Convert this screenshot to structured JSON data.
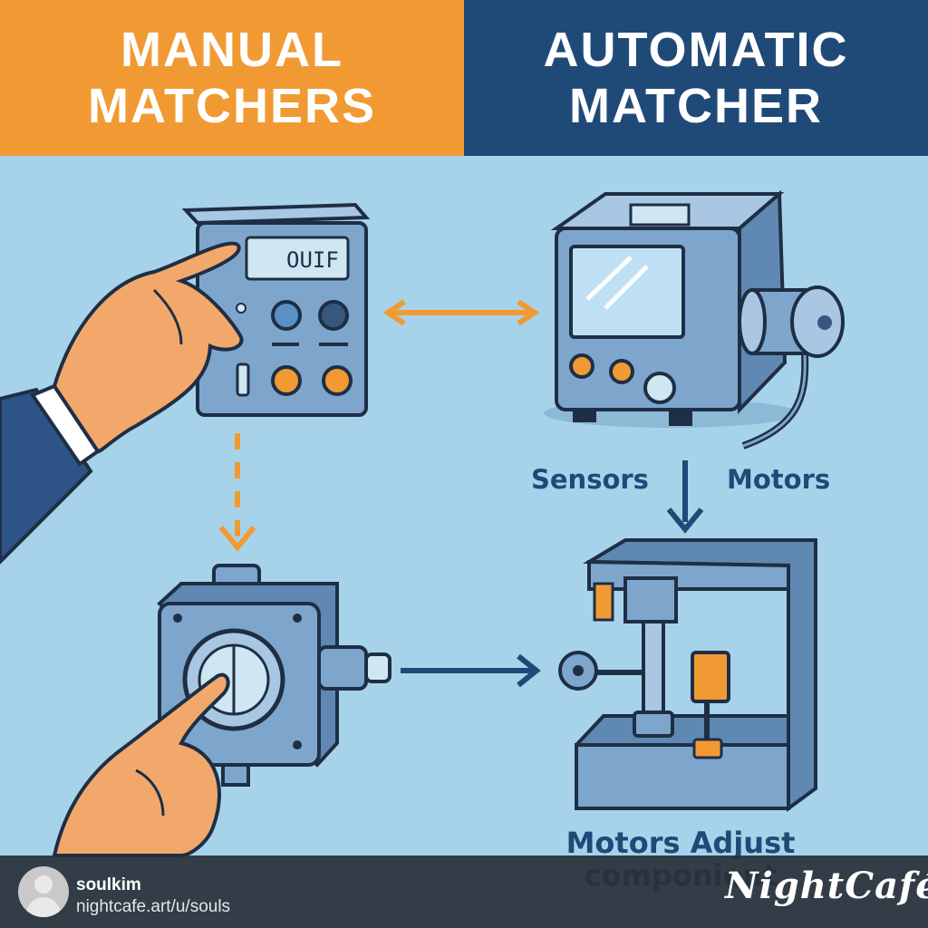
{
  "headers": {
    "left": [
      "MANUAL",
      "MATCHERS"
    ],
    "right": [
      "AUTOMATIC",
      "MATCHER"
    ]
  },
  "labels": {
    "sensors": "Sensors",
    "motors": "Motors",
    "motors_adjust": [
      "Motors Adjust",
      "componient"
    ],
    "display_readout": "OUIF"
  },
  "footer": {
    "username": "soulkim",
    "url": "nightcafe.art/u/souls",
    "brand": "NightCafé"
  },
  "icons": [
    "hand-icon",
    "pointing-hand-icon",
    "manual-matcher-box-icon",
    "automatic-matcher-box-icon",
    "tuning-capacitor-icon",
    "motor-icon",
    "motor-assembly-icon",
    "arrow-icon",
    "avatar-icon"
  ],
  "colors": {
    "orange": "#f19a33",
    "navy": "#1f4a78",
    "background": "#a7d3ea",
    "device": "#7ea6cc"
  }
}
